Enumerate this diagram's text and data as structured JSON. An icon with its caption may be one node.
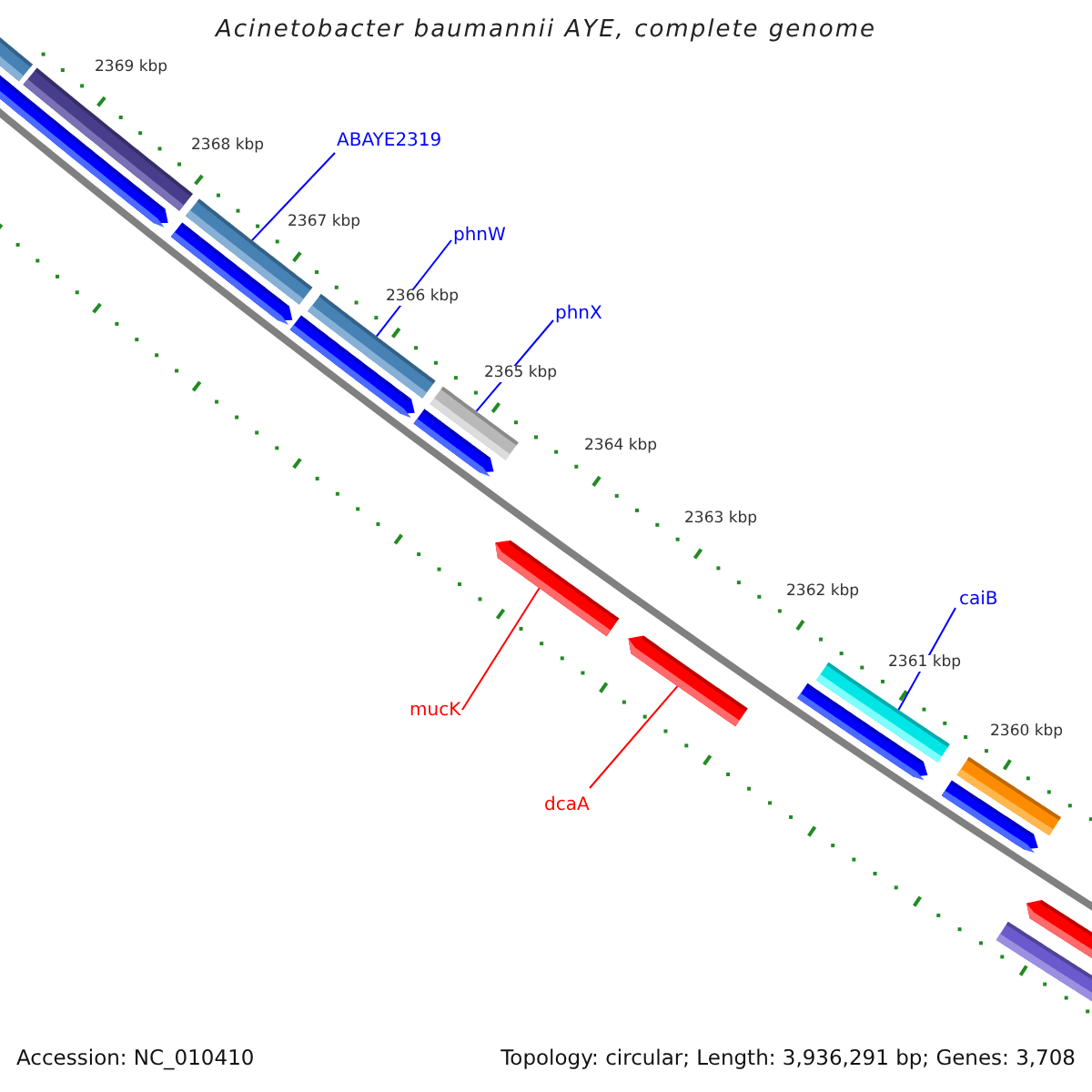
{
  "diagram": {
    "title": "Acinetobacter baumannii AYE, complete genome",
    "nodes": [
      {
        "text": [
          "ABAYE2319"
        ]
      },
      {
        "text": [
          "phnW"
        ]
      },
      {
        "text": [
          "phnX"
        ]
      },
      {
        "text": [
          "caiB"
        ]
      },
      {
        "text": [
          "mucK"
        ]
      },
      {
        "text": [
          "dcaA"
        ]
      },
      {
        "text": [],
        "shape": "bar"
      },
      {
        "text": [],
        "shape": "bar"
      },
      {
        "text": [],
        "shape": "bar"
      },
      {
        "text": [],
        "shape": "bar"
      },
      {
        "text": [],
        "shape": "bar"
      },
      {
        "text": [],
        "shape": "bar"
      },
      {
        "text": [],
        "shape": "bar"
      },
      {
        "text": [],
        "shape": "bar"
      },
      {
        "text": [],
        "shape": "bar"
      },
      {
        "text": [],
        "shape": "bar"
      },
      {
        "text": [],
        "shape": "bar"
      },
      {
        "text": [],
        "shape": "bar"
      },
      {
        "text": [],
        "shape": "bar"
      },
      {
        "text": [],
        "shape": "bar"
      },
      {
        "text": [],
        "shape": "bar"
      },
      {
        "text": [],
        "shape": "bar"
      },
      {
        "text": [],
        "shape": "bar"
      }
    ],
    "edges": [
      {
        "from": 0,
        "to": 9,
        "arrow": "none"
      },
      {
        "from": 1,
        "to": 11,
        "arrow": "none"
      },
      {
        "from": 2,
        "to": 13,
        "arrow": "none"
      },
      {
        "from": 3,
        "to": 17,
        "arrow": "none"
      },
      {
        "from": 4,
        "to": 15,
        "arrow": "none",
        "color": "#ff0000"
      },
      {
        "from": 5,
        "to": 16,
        "arrow": "none",
        "color": "#ff0000"
      }
    ],
    "labels": [
      "2369 kbp",
      "2368 kbp",
      "2367 kbp",
      "2366 kbp",
      "2365 kbp",
      "2364 kbp",
      "2363 kbp",
      "2362 kbp",
      "2361 kbp",
      "2360 kbp",
      "Accession: NC_010410",
      "Topology: circular; Length: 3,936,291 bp; Genes: 3,708"
    ]
  }
}
